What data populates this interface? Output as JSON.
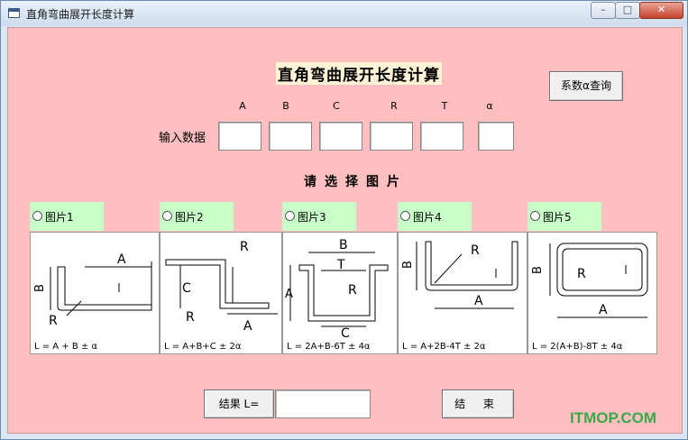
{
  "window": {
    "title": "直角弯曲展开长度计算",
    "min": "–",
    "max": "□",
    "close": "✕"
  },
  "main": {
    "heading": "直角弯曲展开长度计算",
    "coef_button": "系数α查询",
    "input_label": "输入数据",
    "columns": [
      "A",
      "B",
      "C",
      "R",
      "T",
      "α"
    ],
    "select_title": "请选择图片",
    "options": [
      {
        "label": "图片1",
        "formula": "L = A + B ± α"
      },
      {
        "label": "图片2",
        "formula": "L = A+B+C ± 2α"
      },
      {
        "label": "图片3",
        "formula": "L = 2A+B-6T ± 4α"
      },
      {
        "label": "图片4",
        "formula": "L = A+2B-4T ± 2α"
      },
      {
        "label": "图片5",
        "formula": "L = 2(A+B)-8T ± 4α"
      }
    ],
    "result_label": "结果 L=",
    "result_value": "",
    "end_button": "结 束"
  },
  "watermark": "ITMOP.COM"
}
